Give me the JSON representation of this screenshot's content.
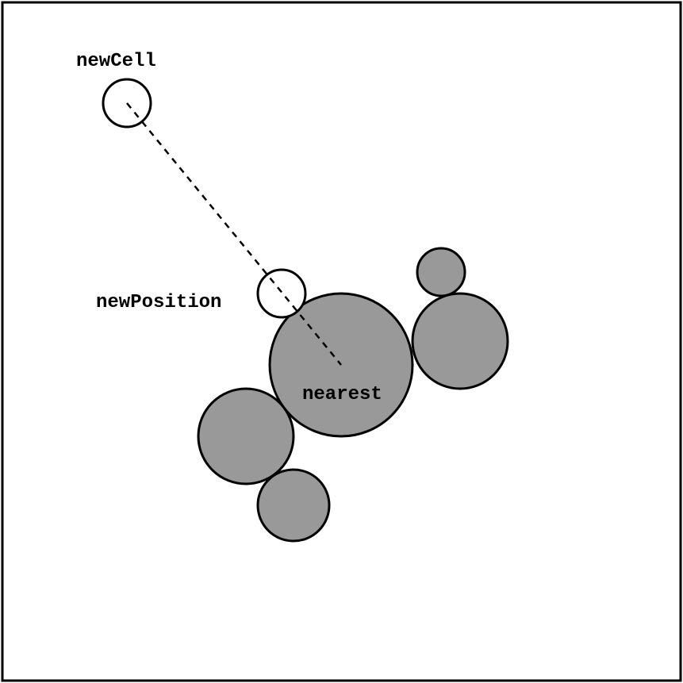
{
  "labels": {
    "new_cell": "newCell",
    "new_position": "newPosition",
    "nearest": "nearest"
  },
  "colors": {
    "frame": "#000000",
    "placed_cell_fill": "#999999",
    "new_cell_fill": "#ffffff",
    "stroke": "#000000",
    "background": "#ffffff"
  }
}
